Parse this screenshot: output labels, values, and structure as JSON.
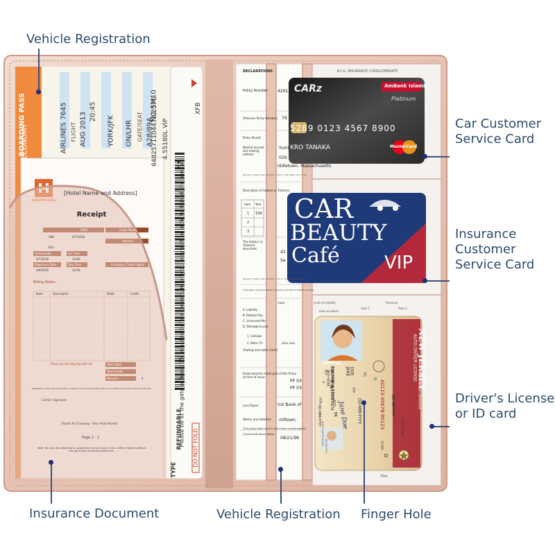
{
  "labels": {
    "vehicle_registration_top": "Vehicle Registration",
    "car_customer_service": "Car Customer\nService Card",
    "insurance_customer_service": "Insurance\nCustomer\nService Card",
    "drivers_license": "Driver's License\nor ID card",
    "insurance_document": "Insurance Document",
    "vehicle_registration_bottom": "Vehicle Registration",
    "finger_hole": "Finger Hole"
  },
  "boarding_pass": {
    "header": "BOARDING PASS",
    "class": "ECONOMY",
    "airline": "AIRLINES 7645",
    "time": "20:45",
    "date": "AUG 2013",
    "route": "YORK/JFK",
    "dest": "ON/LHR",
    "seat": "A28/89A",
    "no": "NO 5M10",
    "flight_label": "FLIGHT",
    "seat_label": "GATE/SEAT",
    "ticket_no": "6482571104475/2570",
    "number": "4.55180L VIP",
    "code": "XFB",
    "warning": "Please be at the gate at least 15 minutes before departure or you may not be able to board the aircraft.",
    "type_label": "TYPE",
    "refundable": "REFUNDABLE",
    "do_not_fold": "DO NOT FOLD"
  },
  "receipt": {
    "hotel_name": "[Hotel Name and Address]",
    "brand": "SETUP MY HOTEL",
    "title": "Receipt",
    "row_labels": [
      "DATE",
      "Guest Name",
      "Address",
      "Company / Travel Agent"
    ],
    "cells": [
      "568",
      "4/7/2018",
      "614",
      "Arrival Date",
      "Arr Time",
      "4/7/2018",
      "14:00",
      "Departure Date",
      "Dep Time",
      "4/9/2018",
      "14:00"
    ],
    "billing": "Billing Notes:",
    "table_headers": [
      "Date",
      "Description",
      "Debit",
      "Credit"
    ],
    "thanks": "Thank you for Staying with us!",
    "totals": [
      "Total Debit",
      "Total Credit",
      "Balance"
    ],
    "balance_value": "$",
    "footer1": "Regardless of the billing instruction I agree to be held personally liable for payment of the total amount of this bill.",
    "cashier": "Cashier Signature",
    "thanks2": "Thanks for Choosing - [Your Hotel Name]",
    "page": "Page 1 - 1",
    "note": "Note: You are not authorized to upload this format to any online / offline medium without the permission of setupmyhotel.com"
  },
  "insurance_doc": {
    "declarations": "DECLARATIONS",
    "policy_number": "Policy Number",
    "policy_value": "4291",
    "prev_policy": "(Previous Policy Number)",
    "prev_value": "79",
    "policy_period": "Policy Period:",
    "named_insured": "Named Insured and mailing address",
    "insured_name": "Yumie",
    "addr1": "029",
    "addr2": "iddletown, Massachusetts",
    "addr_note": "(Number, Street, Apt. Number, Town or City, State, Zip Code)",
    "desc_auto": "Description of Auto(s) or Trailer(s)",
    "auto_col": "Auto",
    "year_col": "Year",
    "year_value": "199",
    "rows": [
      "1",
      "2",
      "3"
    ],
    "garaged": "The Auto(s) or Trailer(s) described",
    "garaged_val1": "42",
    "garaged_val2": "Sa",
    "addr_note2": "(Number, Street, Apt, Number, Town or City, State, Zip Code)",
    "coverage": "Coverage is provided where a premium and limit of liability is shown",
    "coverages": "Cove",
    "items": [
      "A. Liability",
      "B. Medical Pay",
      "C. Uninsured Mo",
      "D. Damage to you",
      "1. Collision",
      "2. Other Th",
      "(Towing and Labor Costs)"
    ],
    "collision_loss": "ision Loss",
    "endorsements": "Endorsements made part of this Policy at time of issue:",
    "endorse_val1": "PP 03",
    "endorse_val2": "PP 03",
    "loss_payee": "Loss Payee:",
    "bank": "irst Bank of",
    "town": "mlltown,",
    "name_address": "(Name and address)",
    "policy_valid": "(This policy shall not be valid unless countersigned)",
    "countersig": "(Countersignature) (Date)",
    "date": "08/21/98",
    "company": "B.I.G. INSURANCE CONGLOMERATE",
    "limit": "Limit of Liability",
    "premium": "Premium",
    "auto1": "Auto 1",
    "auto2": "Auto 2",
    "each_accident": "each accident",
    "title_word": "Title"
  },
  "bank_card": {
    "bank": "AmBank Islamic",
    "tier": "Platinum",
    "brand": "CARz",
    "number": "5289 0123 4567 8900",
    "holder": "KRO TANAKA",
    "network": "MasterCard"
  },
  "vip_card": {
    "line1": "CAR",
    "line2": "BEAUTY",
    "line3": "Café",
    "badge": "VIP"
  },
  "license": {
    "state": "NEW JERSEY",
    "type": "AUTO DRIVER LICENSE",
    "agency": "Motor Vehicle Commission",
    "sample": "SAMPLE",
    "dl_label": "DL",
    "dl_number": "A0123-45678-90123",
    "class_label": "CLASS",
    "class_value": "D",
    "exp_label": "EXP",
    "exp": "DD-MM-YYYY",
    "iss_label": "ISS",
    "iss": "DD-MM-YYYY",
    "name1": "DOE",
    "name2": "JANE",
    "street": "123 SAMPLE STREET",
    "city": "TRENTON, NJ 12345-5678",
    "endorse": "BETH NONE",
    "sex_label": "SEX",
    "sex": "F",
    "ht_label": "HT",
    "height": "5'-06\"",
    "eyes_label": "EYES",
    "eyes": "BR",
    "dob_label": "DOB",
    "dob": "DD-MM-YYYY",
    "signature": "Jane Doe",
    "donor": "ORGAN DONOR",
    "side_num": "A0123-45678-90123",
    "side_dob": "DD-MM-YYYY"
  },
  "colors": {
    "label": "#2d4a6b",
    "line": "#3a4f7a",
    "dot": "#1f2f7a",
    "leather": "#e6c4b6",
    "orange": "#f08a3c",
    "vip_red": "#b3283a",
    "vip_navy": "#1f3a78"
  }
}
